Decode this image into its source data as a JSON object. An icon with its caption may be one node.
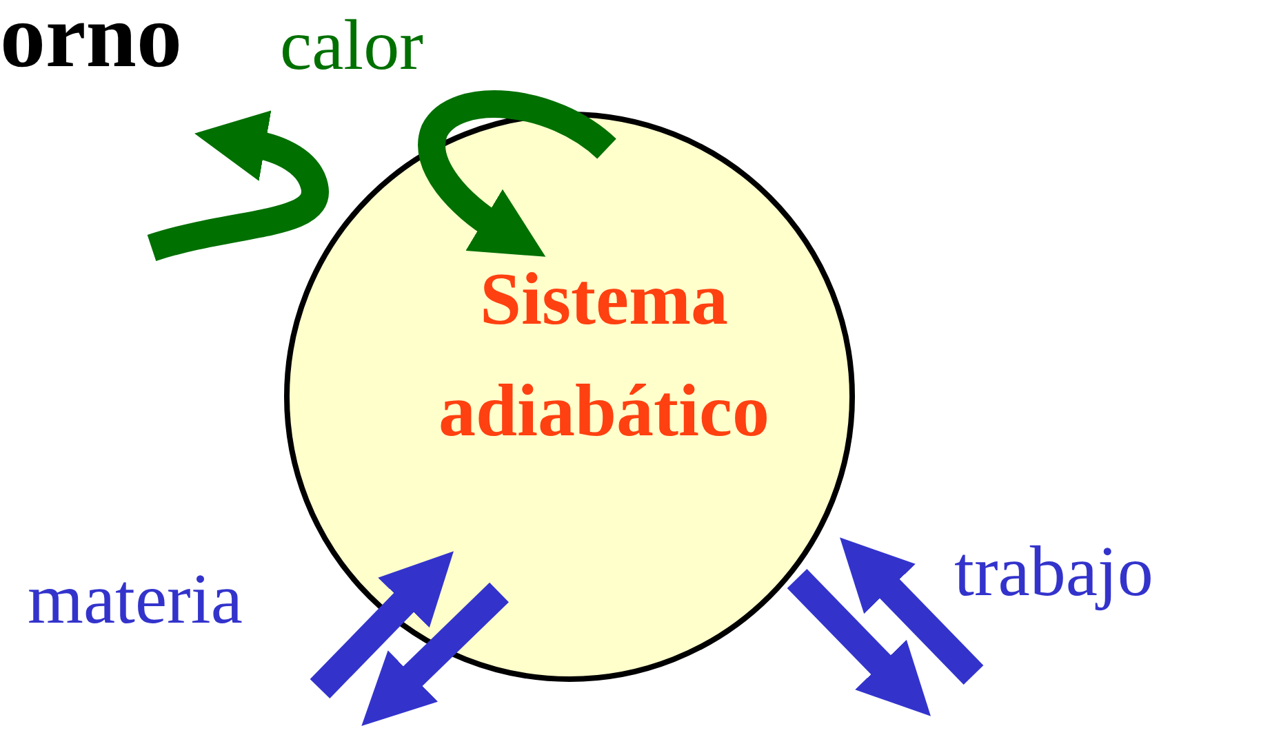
{
  "diagram": {
    "nodes": [
      {
        "text": [
          "Sistema adiabático"
        ]
      }
    ],
    "labels": [
      "orno",
      "calor",
      "materia",
      "trabajo"
    ]
  }
}
